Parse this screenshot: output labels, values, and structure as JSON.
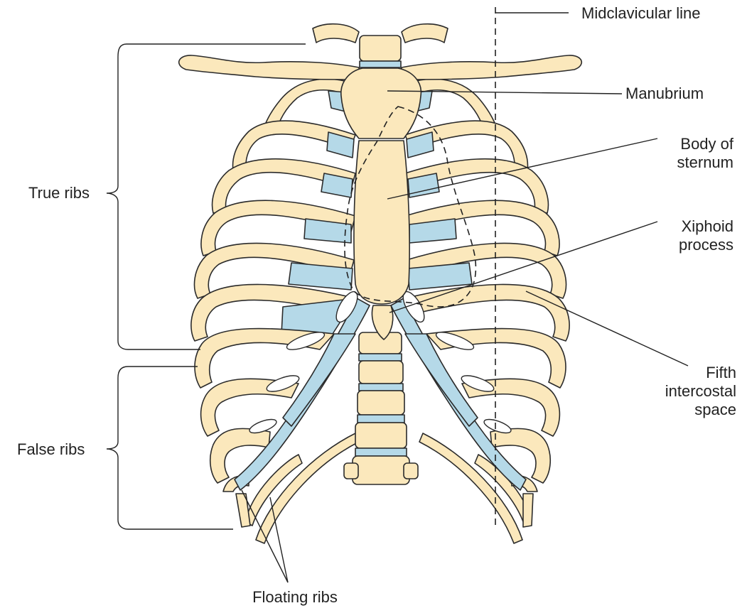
{
  "labels": {
    "midclavicular_line": "Midclavicular line",
    "manubrium": "Manubrium",
    "body_of_sternum_line1": "Body of",
    "body_of_sternum_line2": "sternum",
    "xiphoid_line1": "Xiphoid",
    "xiphoid_line2": "process",
    "fifth_line1": "Fifth",
    "fifth_line2": "intercostal",
    "fifth_line3": "space",
    "true_ribs": "True ribs",
    "false_ribs": "False ribs",
    "floating_ribs": "Floating ribs"
  },
  "colors": {
    "bone": "#fbe8bc",
    "cartilage": "#b5d9e8",
    "outline": "#2b2b2b"
  }
}
